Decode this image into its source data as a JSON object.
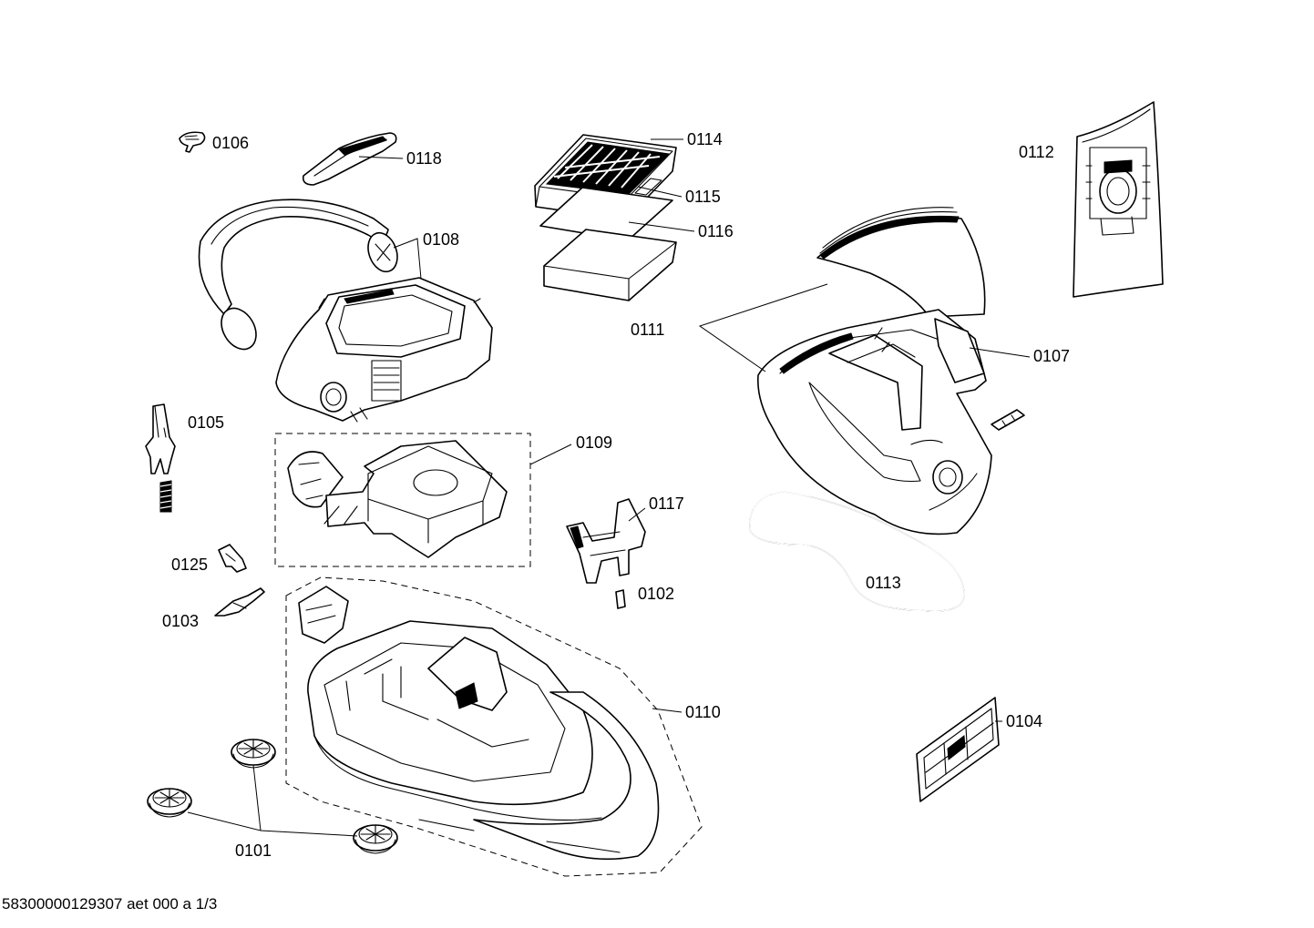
{
  "parts": {
    "p0106": "0106",
    "p0118": "0118",
    "p0114": "0114",
    "p0115": "0115",
    "p0116": "0116",
    "p0112": "0112",
    "p0108": "0108",
    "p0111": "0111",
    "p0107": "0107",
    "p0105": "0105",
    "p0109": "0109",
    "p0117": "0117",
    "p0125": "0125",
    "p0102": "0102",
    "p0113": "0113",
    "p0103": "0103",
    "p0110": "0110",
    "p0104": "0104",
    "p0101": "0101"
  },
  "footer": {
    "reference": "58300000129307 aet 000 a 1/3"
  }
}
